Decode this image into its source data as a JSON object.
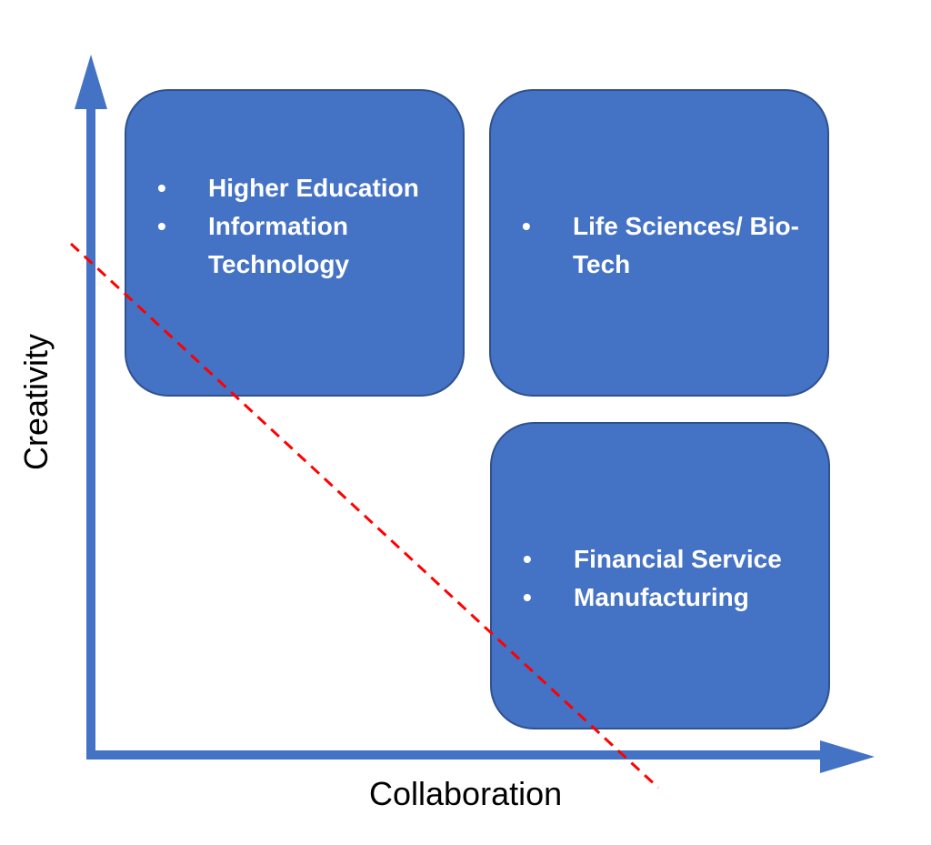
{
  "axes": {
    "x_label": "Collaboration",
    "y_label": "Creativity",
    "color": "#4472c4"
  },
  "quadrants": [
    {
      "items": [
        "Higher Education",
        "Information Technology"
      ]
    },
    {
      "items": [
        "Life Sciences/ Bio-Tech"
      ]
    },
    {
      "items": [
        "Financial Service",
        "Manufacturing"
      ]
    }
  ],
  "colors": {
    "box_fill": "#4472c4",
    "box_border": "#2f528f",
    "text": "#ffffff",
    "divider": "#ff0000"
  }
}
